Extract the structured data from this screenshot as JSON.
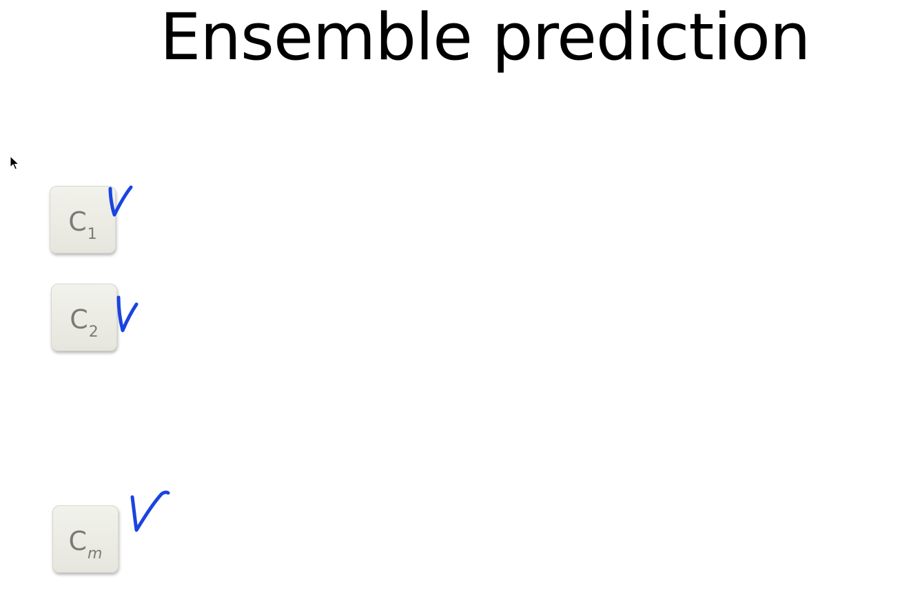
{
  "slide": {
    "title": "Ensemble prediction"
  },
  "classifiers": [
    {
      "letter": "C",
      "subscript": "1",
      "subscript_italic": false,
      "mark": "check-mark-icon"
    },
    {
      "letter": "C",
      "subscript": "2",
      "subscript_italic": false,
      "mark": "check-mark-icon"
    },
    {
      "letter": "C",
      "subscript": "m",
      "subscript_italic": true,
      "mark": "check-mark-icon"
    }
  ],
  "colors": {
    "title": "#000000",
    "box_fill": "#ecece5",
    "box_text": "#7a7a7a",
    "annotation": "#1a44e0"
  },
  "icons": {
    "cursor": "mouse-pointer-icon",
    "annotation": "check-mark-icon"
  }
}
